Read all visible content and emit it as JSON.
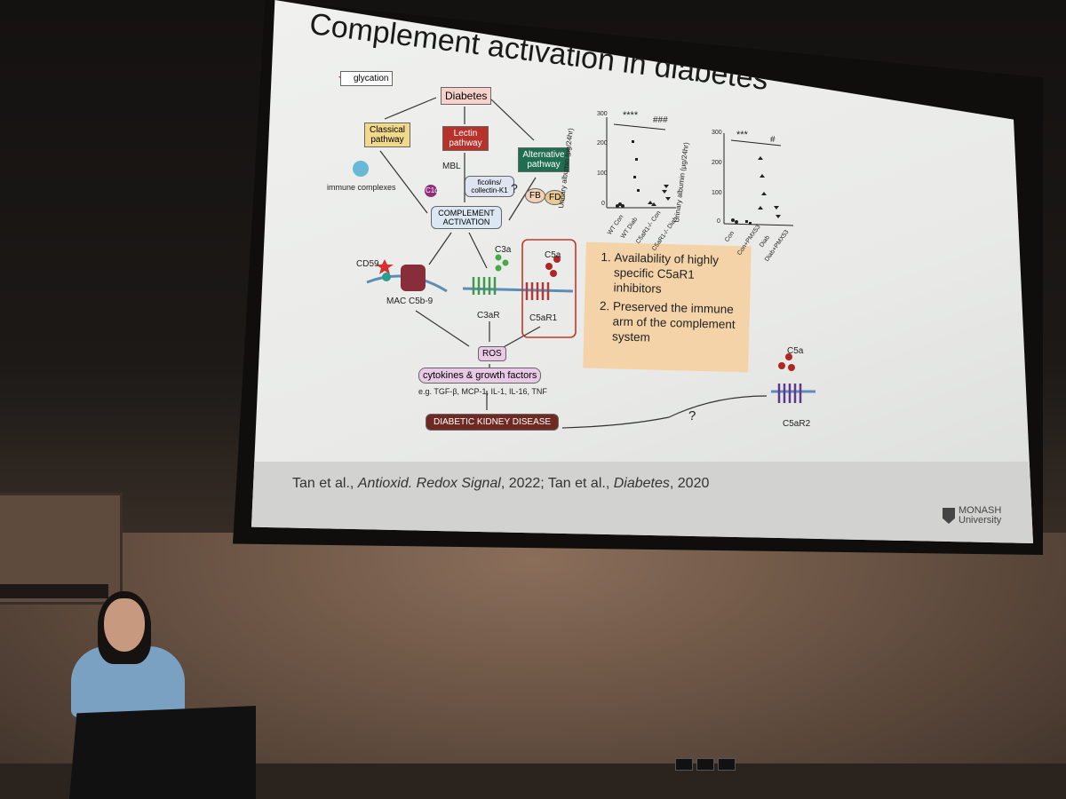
{
  "slide": {
    "title": "Complement activation in diabetes",
    "citation_part1": "Tan et al., ",
    "citation_journal1": "Antioxid. Redox Signal",
    "citation_part2": ", 2022; Tan et al., ",
    "citation_journal2": "Diabetes",
    "citation_part3": ", 2020",
    "logo_line1": "MONASH",
    "logo_line2": "University"
  },
  "diagram": {
    "glycation": "glycation",
    "diabetes": "Diabetes",
    "classical": "Classical pathway",
    "lectin": "Lectin pathway",
    "alternative": "Alternative pathway",
    "mbl": "MBL",
    "ficolins": "ficolins/ collectin-K1",
    "question1": "?",
    "fb": "FB",
    "fd": "FD",
    "immune_complexes": "immune complexes",
    "c1q": "C1q",
    "complement": "COMPLEMENT ACTIVATION",
    "c3a": "C3a",
    "c5a": "C5a",
    "cd59": "CD59",
    "mac": "MAC C5b-9",
    "c3ar": "C3aR",
    "c5ar1": "C5aR1",
    "ros": "ROS",
    "cytokines": "cytokines & growth factors",
    "examples": "e.g. TGF-β, MCP-1, IL-1, IL-16, TNF",
    "dkd": "DIABETIC KIDNEY DISEASE",
    "question2": "?",
    "c5a_right": "C5a",
    "c5ar2": "C5aR2"
  },
  "info_box": {
    "items": [
      "Availability of highly specific C5aR1 inhibitors",
      "Preserved the immune arm of the complement system"
    ]
  },
  "plot1": {
    "ylabel": "Urinary albumin (μg/24hr)",
    "ticks": [
      "300",
      "200",
      "100",
      "0"
    ],
    "sig1": "****",
    "sig2": "###",
    "groups": [
      "WT Con",
      "WT Diab",
      "C5aR1-/- Con",
      "C5aR1-/- Diab"
    ]
  },
  "plot2": {
    "ylabel": "Urinary albumin (μg/24hr)",
    "ticks": [
      "300",
      "200",
      "100",
      "0"
    ],
    "sig1": "***",
    "sig2": "#",
    "groups": [
      "Con",
      "Con+PMX53",
      "Diab",
      "Diab+PMX53"
    ]
  },
  "colors": {
    "lectin": "#b8322b",
    "alternative": "#1f6e52",
    "classical": "#f0d98a",
    "dkd": "#6e2a22",
    "info": "#f4d3a8"
  }
}
